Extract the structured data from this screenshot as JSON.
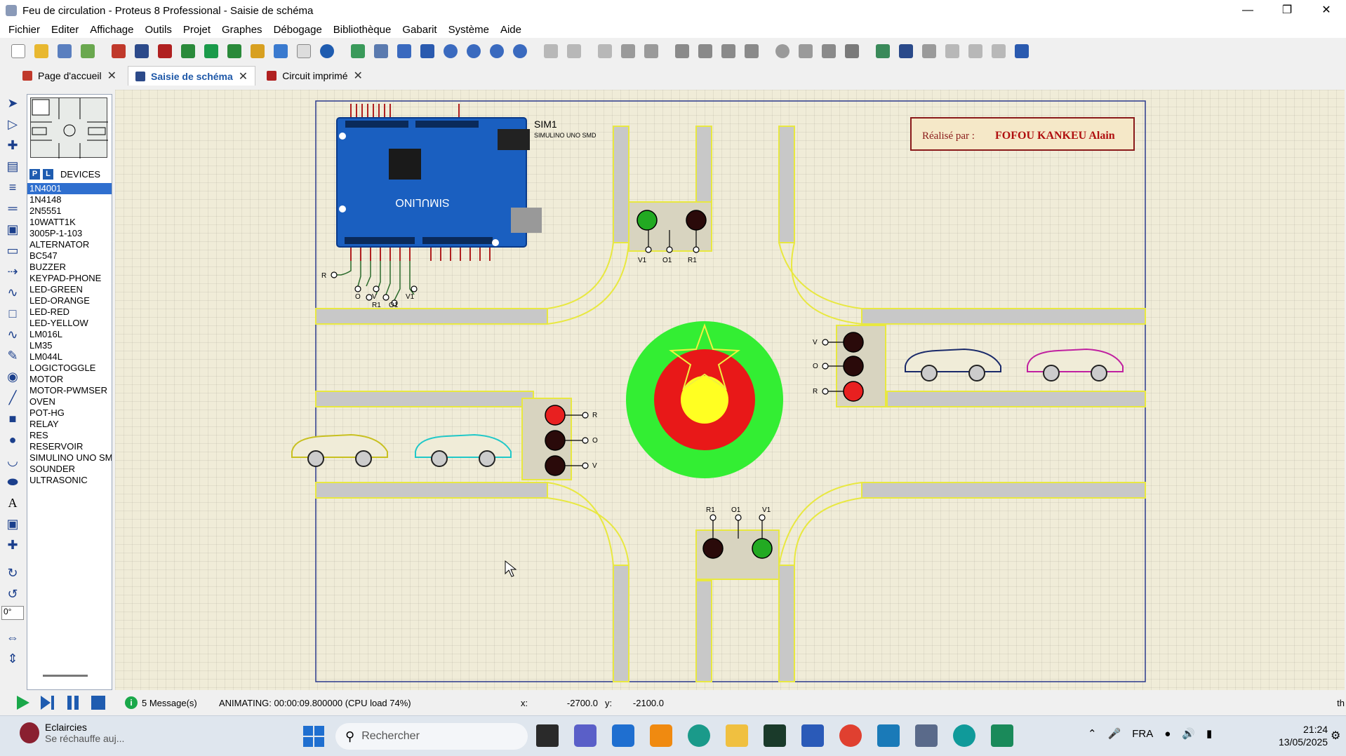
{
  "window": {
    "title": "Feu de circulation - Proteus 8 Professional - Saisie de schéma"
  },
  "menu": [
    "Fichier",
    "Editer",
    "Affichage",
    "Outils",
    "Projet",
    "Graphes",
    "Débogage",
    "Bibliothèque",
    "Gabarit",
    "Système",
    "Aide"
  ],
  "tabs": [
    {
      "label": "Page d'accueil"
    },
    {
      "label": "Saisie de schéma"
    },
    {
      "label": "Circuit imprimé"
    }
  ],
  "devices": {
    "header": "DEVICES",
    "p_label": "P",
    "l_label": "L",
    "items": [
      "1N4001",
      "1N4148",
      "2N5551",
      "10WATT1K",
      "3005P-1-103",
      "ALTERNATOR",
      "BC547",
      "BUZZER",
      "KEYPAD-PHONE",
      "LED-GREEN",
      "LED-ORANGE",
      "LED-RED",
      "LED-YELLOW",
      "LM016L",
      "LM35",
      "LM044L",
      "LOGICTOGGLE",
      "MOTOR",
      "MOTOR-PWMSER",
      "OVEN",
      "POT-HG",
      "RELAY",
      "RES",
      "RESERVOIR",
      "SIMULINO UNO SM",
      "SOUNDER",
      "ULTRASONIC"
    ],
    "selected": "1N4001"
  },
  "rotation_field": "0°",
  "schematic": {
    "author_label": "Réalisé par :",
    "author_name": "FOFOU KANKEU Alain",
    "board_ref": "SIM1",
    "board_name": "SIMULINO UNO SMD",
    "board_brand": "SIMULINO",
    "pins_board": [
      "R",
      "O",
      "V",
      "R1",
      "O1",
      "V1"
    ],
    "north_pins": [
      "V1",
      "O1",
      "R1"
    ],
    "south_pins": [
      "R1",
      "O1",
      "V1"
    ],
    "east_pins": [
      "V",
      "O",
      "R"
    ],
    "west_pins": [
      "R",
      "O",
      "V"
    ]
  },
  "status": {
    "messages": "5 Message(s)",
    "animating": "ANIMATING: 00:00:09.800000 (CPU load 74%)",
    "x_label": "x:",
    "x_value": "-2700.0",
    "y_label": "y:",
    "y_value": "-2100.0",
    "right_text": "th"
  },
  "taskbar": {
    "weather_title": "Eclaircies",
    "weather_sub": "Se réchauffe auj...",
    "search_placeholder": "Rechercher",
    "lang": "FRA",
    "time": "21:24",
    "date": "13/05/2025"
  }
}
